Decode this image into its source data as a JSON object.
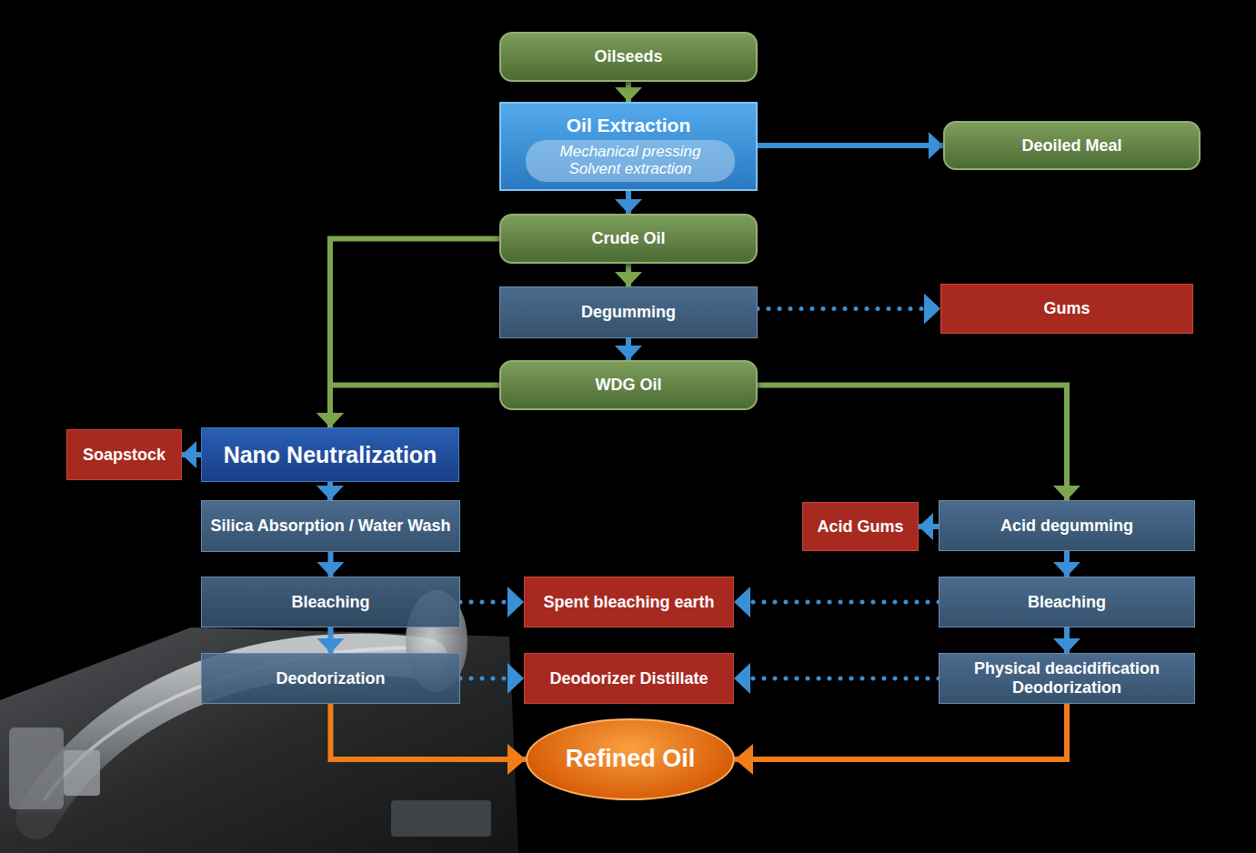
{
  "diagram": {
    "nodes": [
      {
        "text": [
          "Oilseeds"
        ]
      },
      {
        "text": [
          "Oil Extraction"
        ]
      },
      {
        "text": [
          "Mechanical pressing Solvent extraction"
        ],
        "in": 1
      },
      {
        "text": [
          "Deoiled Meal"
        ]
      },
      {
        "text": [
          "Crude Oil"
        ]
      },
      {
        "text": [
          "Degumming"
        ]
      },
      {
        "text": [
          "Gums"
        ]
      },
      {
        "text": [
          "WDG Oil"
        ]
      },
      {
        "text": [
          "Soapstock"
        ]
      },
      {
        "text": [
          "Nano Neutralization"
        ]
      },
      {
        "text": [
          "Silica Absorption / Water Wash"
        ]
      },
      {
        "text": [
          "Acid Gums"
        ]
      },
      {
        "text": [
          "Acid degumming"
        ]
      },
      {
        "text": [
          "Bleaching"
        ]
      },
      {
        "text": [
          "Spent bleaching earth"
        ]
      },
      {
        "text": [
          "Bleaching"
        ]
      },
      {
        "text": [
          "Deodorization"
        ]
      },
      {
        "text": [
          "Deodorizer Distillate"
        ]
      },
      {
        "text": [
          "Physical deacidification Deodorization"
        ]
      },
      {
        "text": [
          "Refined Oil"
        ]
      }
    ],
    "edges": [
      {
        "from": 0,
        "to": 1,
        "arrow": "to"
      },
      {
        "from": 1,
        "to": 3,
        "arrow": "to"
      },
      {
        "from": 1,
        "to": 4,
        "arrow": "to"
      },
      {
        "from": 4,
        "to": 5,
        "arrow": "to"
      },
      {
        "from": 4,
        "to": 9,
        "arrow": "to"
      },
      {
        "from": 5,
        "to": 6,
        "arrow": "to"
      },
      {
        "from": 5,
        "to": 7,
        "arrow": "to"
      },
      {
        "from": 7,
        "to": 9,
        "arrow": "to"
      },
      {
        "from": 7,
        "to": 12,
        "arrow": "to"
      },
      {
        "from": 9,
        "to": 8,
        "arrow": "to"
      },
      {
        "from": 9,
        "to": 10,
        "arrow": "to"
      },
      {
        "from": 12,
        "to": 11,
        "arrow": "to"
      },
      {
        "from": 10,
        "to": 13,
        "arrow": "to"
      },
      {
        "from": 12,
        "to": 15,
        "arrow": "to"
      },
      {
        "from": 13,
        "to": 14,
        "arrow": "to"
      },
      {
        "from": 15,
        "to": 14,
        "arrow": "to"
      },
      {
        "from": 13,
        "to": 16,
        "arrow": "to"
      },
      {
        "from": 15,
        "to": 18,
        "arrow": "to"
      },
      {
        "from": 16,
        "to": 17,
        "arrow": "to"
      },
      {
        "from": 18,
        "to": 17,
        "arrow": "to"
      },
      {
        "from": 16,
        "to": 19,
        "arrow": "to"
      },
      {
        "from": 18,
        "to": 19,
        "arrow": "to"
      }
    ]
  }
}
